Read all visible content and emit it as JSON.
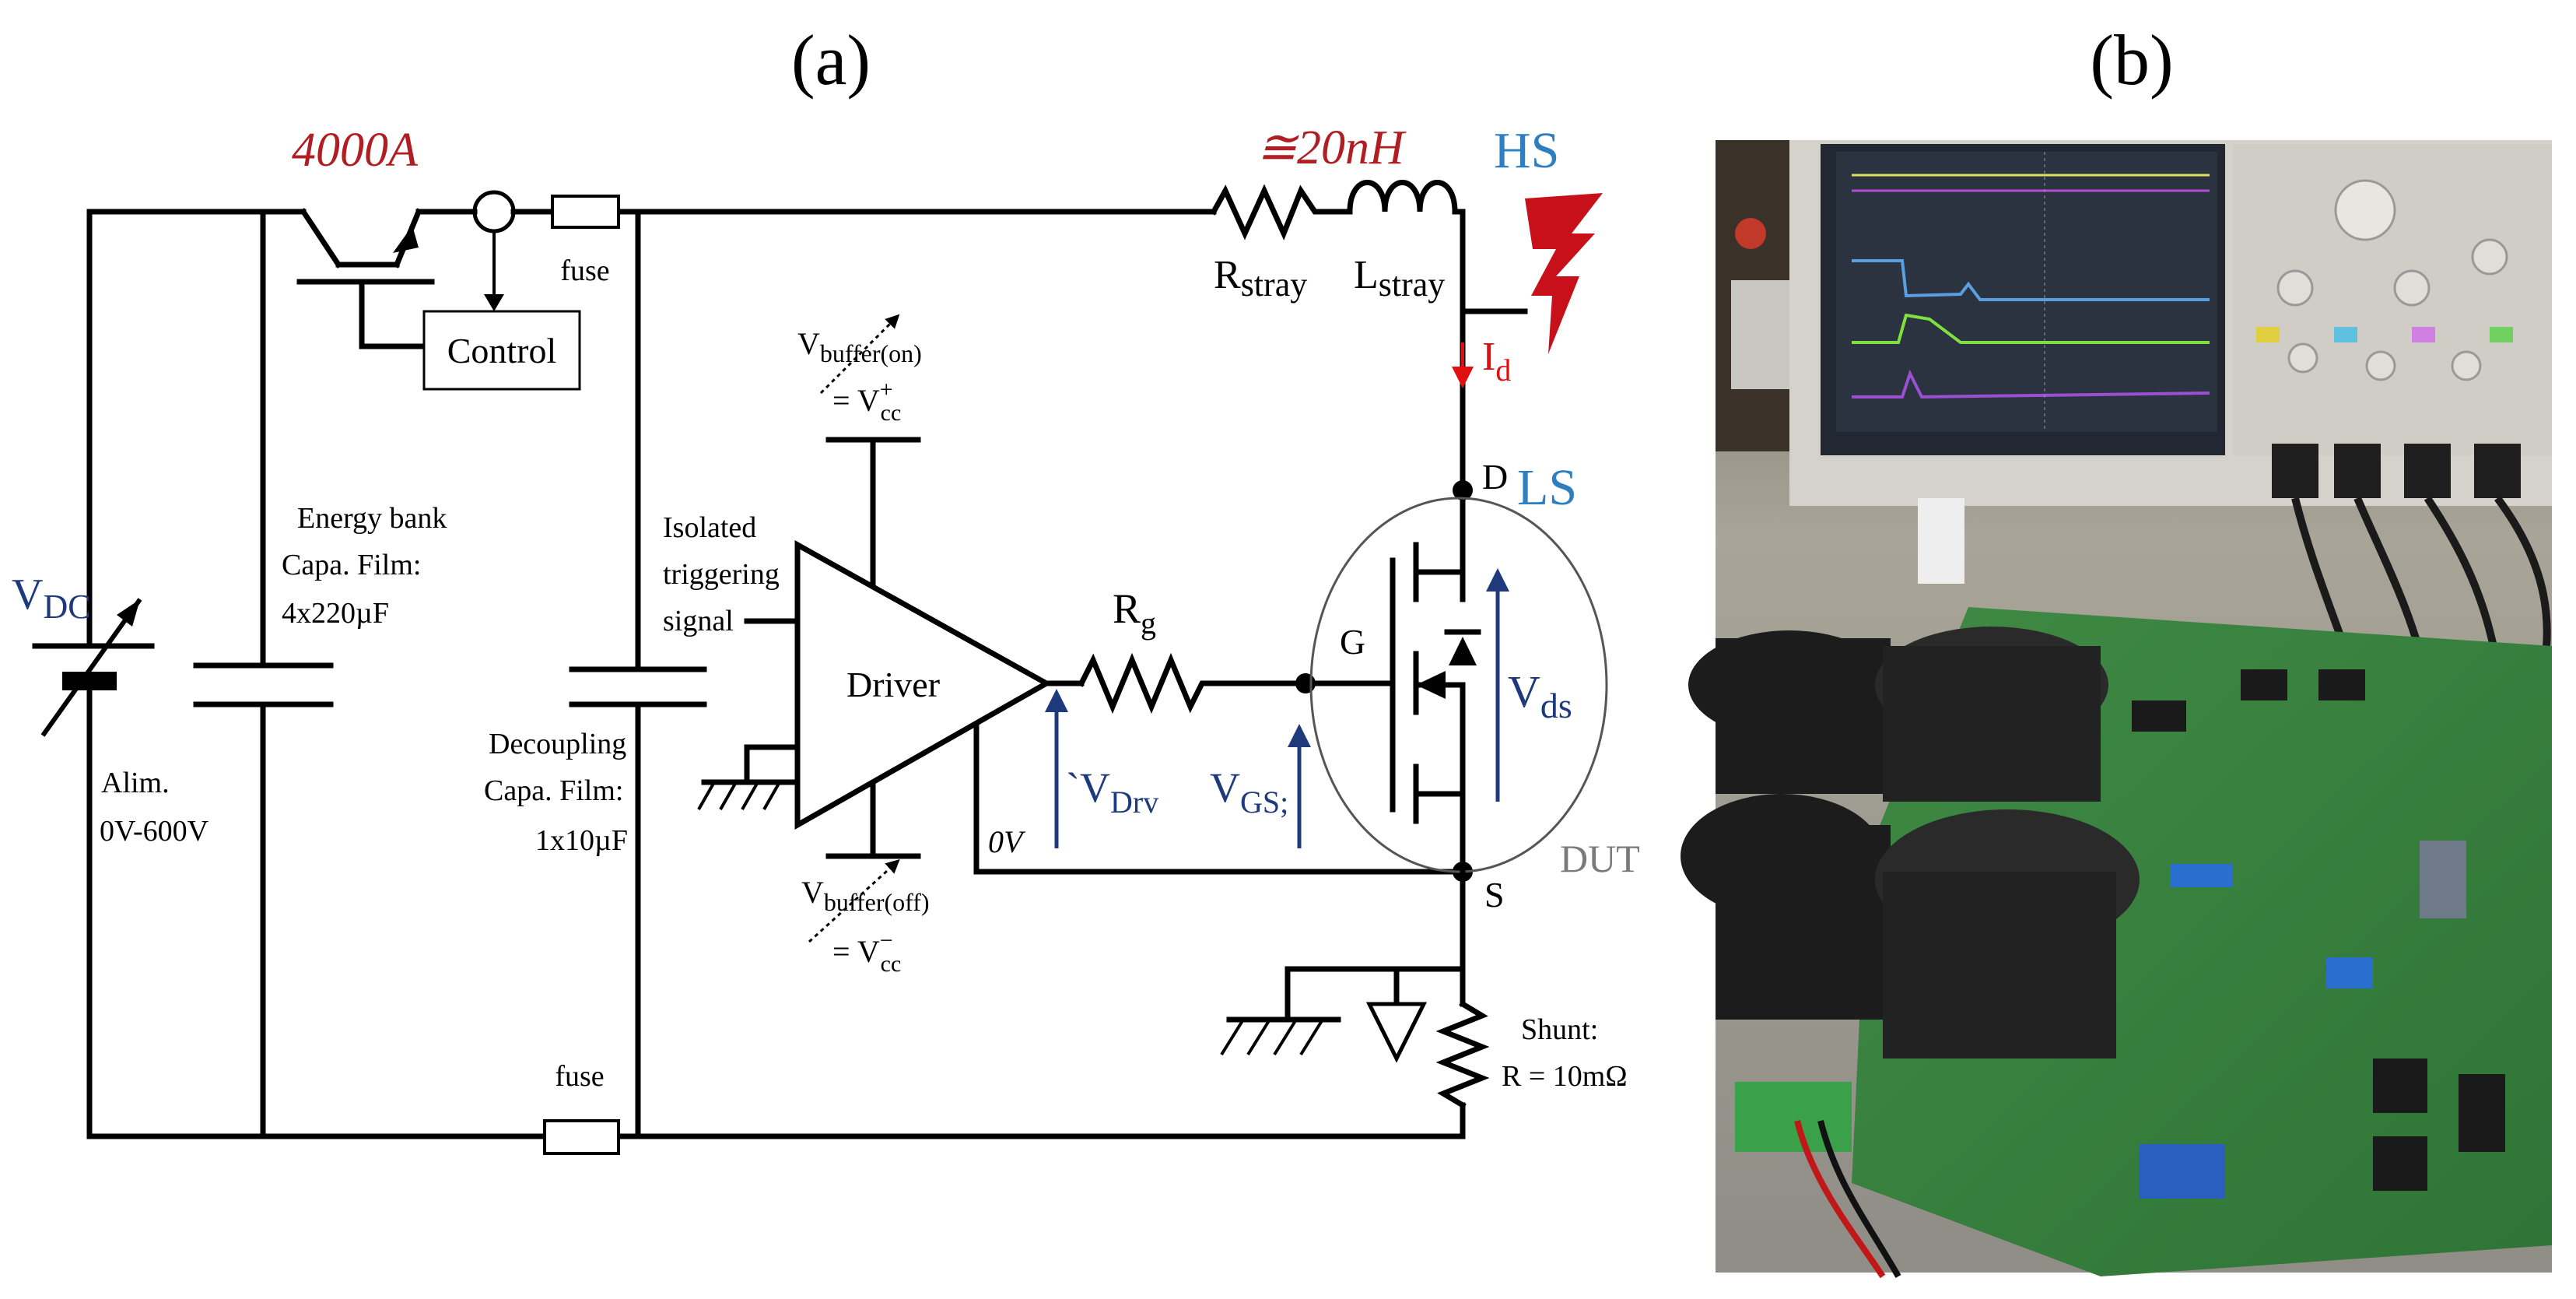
{
  "panels": {
    "a_label": "(a)",
    "b_label": "(b)"
  },
  "top_labels": {
    "current_rating": "4000A",
    "inductance": "≅20nH",
    "high_side": "HS",
    "low_side": "LS"
  },
  "source": {
    "v_main": "V",
    "v_sub": "DC",
    "alim_line1": "Alim.",
    "alim_line2": "0V-600V"
  },
  "energy_bank": {
    "line1": "Energy bank",
    "line2": "Capa. Film:",
    "line3": "4x220µF"
  },
  "decoupling": {
    "line1": "Decoupling",
    "line2": "Capa. Film:",
    "line3": "1x10µF"
  },
  "switch": {
    "control_label": "Control",
    "fuse_top": "fuse",
    "fuse_bottom": "fuse"
  },
  "stray": {
    "r_main": "R",
    "r_sub": "stray",
    "l_main": "L",
    "l_sub": "stray"
  },
  "driver": {
    "label": "Driver",
    "trigger_line1": "Isolated",
    "trigger_line2": "triggering",
    "trigger_line3": "signal",
    "vbuf_on_main": "V",
    "vbuf_on_sub": "buffer(on)",
    "vcc_plus_eq": "= V",
    "vcc_plus_sup": "+",
    "vcc_plus_sub": "cc",
    "vbuf_off_main": "V",
    "vbuf_off_sub": "buffer(off)",
    "vcc_minus_eq": "= V",
    "vcc_minus_sup": "−",
    "vcc_minus_sub": "cc",
    "zero_v": "0V"
  },
  "gate": {
    "rg_main": "R",
    "rg_sub": "g",
    "vdrv_prefix": "`V",
    "vdrv_sub": "Drv",
    "vgs_main": "V",
    "vgs_sub": "GS;"
  },
  "dut": {
    "id_main": "I",
    "id_sub": "d",
    "drain": "D",
    "gate": "G",
    "source": "S",
    "vds_main": "V",
    "vds_sub": "ds",
    "label": "DUT"
  },
  "shunt": {
    "line1": "Shunt:",
    "line2": "R = 10mΩ"
  },
  "colors": {
    "red": "#b01e23",
    "blue": "#2e7fc1",
    "navy": "#1f3a7a",
    "gray": "#7a7a7a",
    "bright_red": "#e01010"
  }
}
